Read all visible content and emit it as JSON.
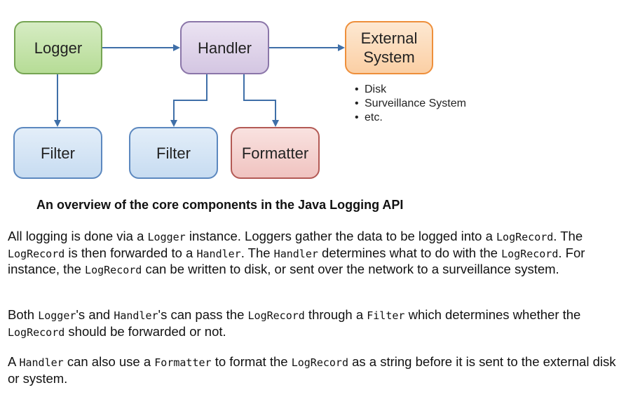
{
  "diagram": {
    "boxes": {
      "logger": "Logger",
      "handler": "Handler",
      "external_system": [
        "External",
        "System"
      ],
      "filter_left": "Filter",
      "filter_right": "Filter",
      "formatter": "Formatter"
    },
    "bullets": [
      "Disk",
      "Surveillance System",
      "etc."
    ],
    "colors": {
      "logger": "#b6dc96",
      "handler": "#d4c6e2",
      "external_system": "#fbcfa4",
      "filter": "#c7dcf1",
      "formatter": "#f0c3c0",
      "arrow": "#3f6fa8"
    }
  },
  "caption": "An overview of the core components in the Java Logging API",
  "paragraphs": {
    "p1": {
      "t1": "All logging is done via a ",
      "c1": "Logger",
      "t2": " instance. Loggers gather the data to be logged into a ",
      "c2": "LogRecord",
      "t3": ". The ",
      "c3": "LogRecord",
      "t4": " is then forwarded to a ",
      "c4": "Handler",
      "t5": ". The ",
      "c5": "Handler",
      "t6": " determines what to do with the ",
      "c6": "LogRecord",
      "t7": ". For instance, the ",
      "c7": "LogRecord",
      "t8": " can be written to disk, or sent over the network to a surveillance system."
    },
    "p2": {
      "t1": "Both ",
      "c1": "Logger",
      "t2": "'s and ",
      "c2": "Handler",
      "t3": "'s can pass the ",
      "c3": "LogRecord",
      "t4": " through a ",
      "c4": "Filter",
      "t5": " which determines whether the ",
      "c5": "LogRecord",
      "t6": " should be forwarded or not."
    },
    "p3": {
      "t1": "A ",
      "c1": "Handler",
      "t2": " can also use a ",
      "c2": "Formatter",
      "t3": " to format the ",
      "c3": "LogRecord",
      "t4": " as a string before it is sent to the external disk or system."
    }
  }
}
